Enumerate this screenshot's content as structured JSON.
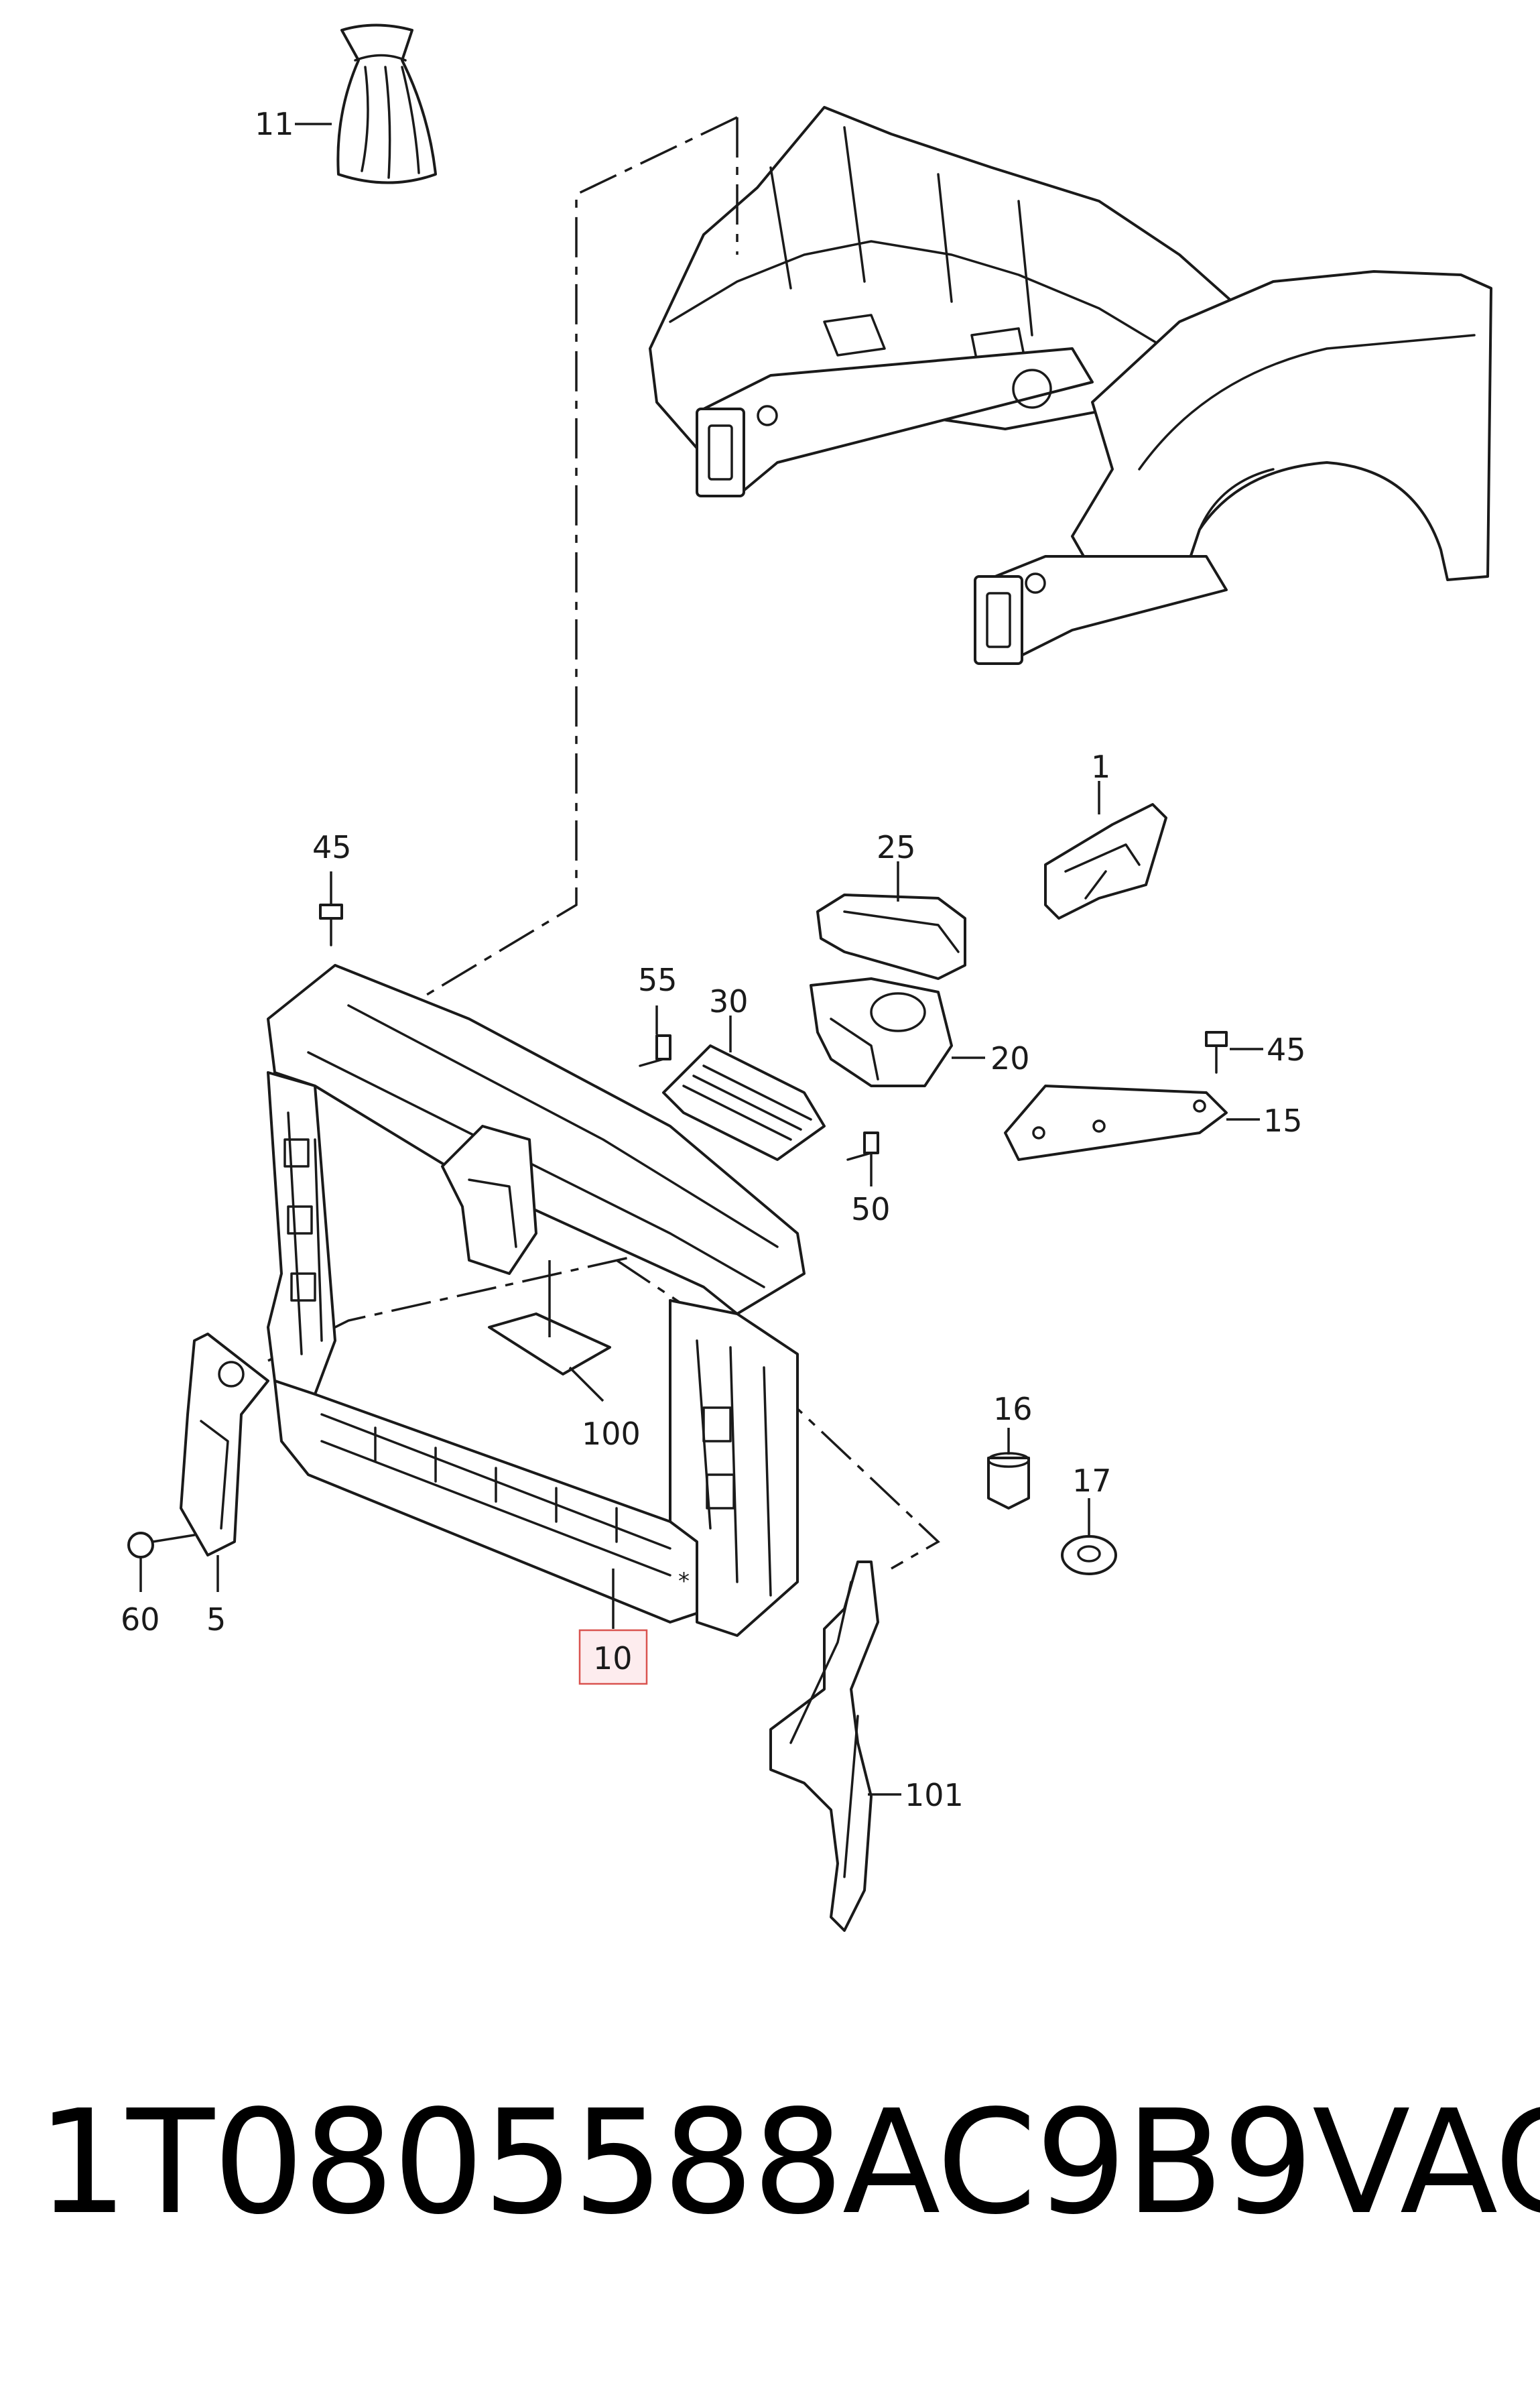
{
  "diagram": {
    "callouts": {
      "c1": "1",
      "c5": "5",
      "c10": "10",
      "c11": "11",
      "c15": "15",
      "c16": "16",
      "c17": "17",
      "c20": "20",
      "c25": "25",
      "c30": "30",
      "c45a": "45",
      "c45b": "45",
      "c50": "50",
      "c55": "55",
      "c60": "60",
      "c100": "100",
      "c101": "101"
    },
    "highlighted_callout": "10",
    "highlight_color": "#d9534f",
    "asterisk": "*"
  },
  "caption": {
    "part_number": "1T0805588AC9B9",
    "brand": "VAG"
  }
}
